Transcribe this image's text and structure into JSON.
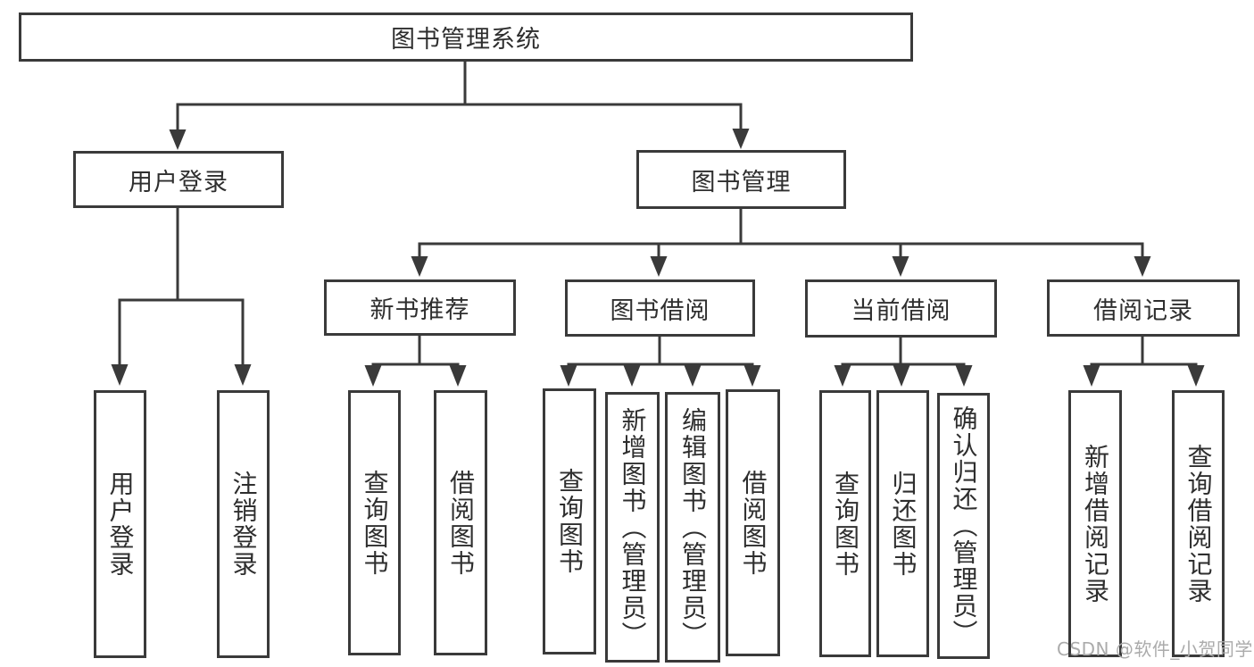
{
  "chart": {
    "root": {
      "label": "图书管理系统"
    },
    "branches": [
      {
        "label": "用户登录",
        "children": [
          {
            "label": "用户登录"
          },
          {
            "label": "注销登录"
          }
        ]
      },
      {
        "label": "图书管理",
        "groups": [
          {
            "label": "新书推荐",
            "children": [
              {
                "label": "查询图书"
              },
              {
                "label": "借阅图书"
              }
            ]
          },
          {
            "label": "图书借阅",
            "children": [
              {
                "label": "查询图书"
              },
              {
                "label": "新增图书（管理员）"
              },
              {
                "label": "编辑图书（管理员）"
              },
              {
                "label": "借阅图书"
              }
            ]
          },
          {
            "label": "当前借阅",
            "children": [
              {
                "label": "查询图书"
              },
              {
                "label": "归还图书"
              },
              {
                "label": "确认归还（管理员）"
              }
            ]
          },
          {
            "label": "借阅记录",
            "children": [
              {
                "label": "新增借阅记录"
              },
              {
                "label": "查询借阅记录"
              }
            ]
          }
        ]
      }
    ]
  },
  "watermark": {
    "text": "CSDN @软件_小贺同学",
    "color": "#ababab"
  },
  "colors": {
    "line": "#3a3a3a",
    "text": "#2e2e2e",
    "background": "#ffffff"
  }
}
